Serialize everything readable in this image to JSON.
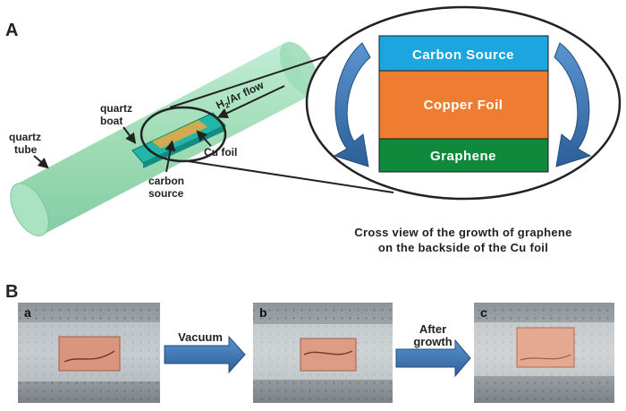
{
  "panel_a": {
    "label": "A",
    "labels": {
      "quartz_tube_line1": "quartz",
      "quartz_tube_line2": "tube",
      "quartz_boat_line1": "quartz",
      "quartz_boat_line2": "boat",
      "gas_flow_prefix": "H",
      "gas_flow_sub": "2",
      "gas_flow_suffix": "/Ar flow",
      "cu_foil": "Cu foil",
      "carbon_source_line1": "carbon",
      "carbon_source_line2": "source"
    },
    "layers": [
      {
        "name": "Carbon Source",
        "color": "#1ba6df"
      },
      {
        "name": "Copper Foil",
        "color": "#ef7d31"
      },
      {
        "name": "Graphene",
        "color": "#0f8a3c"
      }
    ],
    "caption_line1": "Cross view of the growth of graphene",
    "caption_line2": "on the backside of the Cu foil"
  },
  "panel_b": {
    "label": "B",
    "photos": [
      {
        "label": "a"
      },
      {
        "label": "b"
      },
      {
        "label": "c"
      }
    ],
    "arrows": [
      {
        "line1": "Vacuum",
        "line2": ""
      },
      {
        "line1": "After",
        "line2": "growth"
      }
    ]
  },
  "colors": {
    "tube": "#8fd6a8",
    "boat": "#22b5a8",
    "arrow": "#3b78b8",
    "text": "#222222"
  }
}
